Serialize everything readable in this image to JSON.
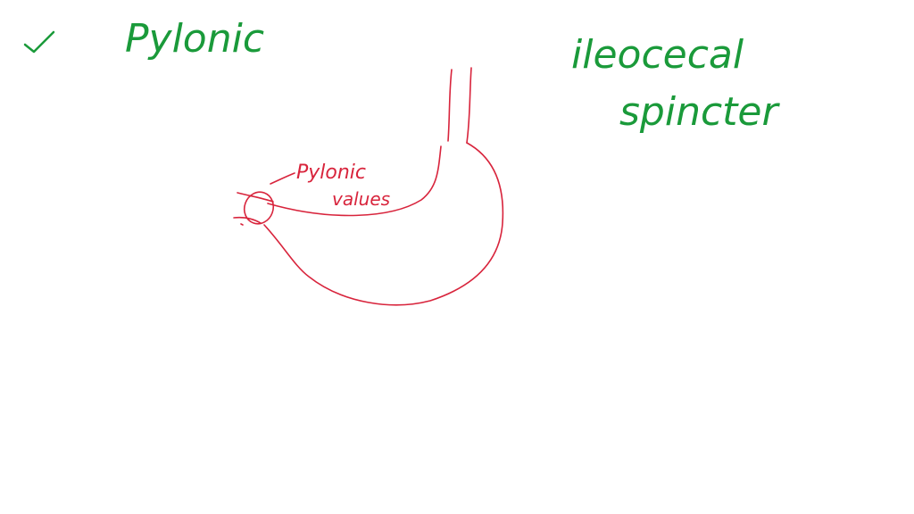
{
  "notes": {
    "heading": "Pylonic",
    "right_line1": "ileocecal",
    "right_line2": "spincter"
  },
  "sketch": {
    "label_line1": "Pylonic",
    "label_line2": "values"
  },
  "colors": {
    "ink_green": "#1a9a3a",
    "ink_red": "#d8243c",
    "background": "#ffffff"
  }
}
